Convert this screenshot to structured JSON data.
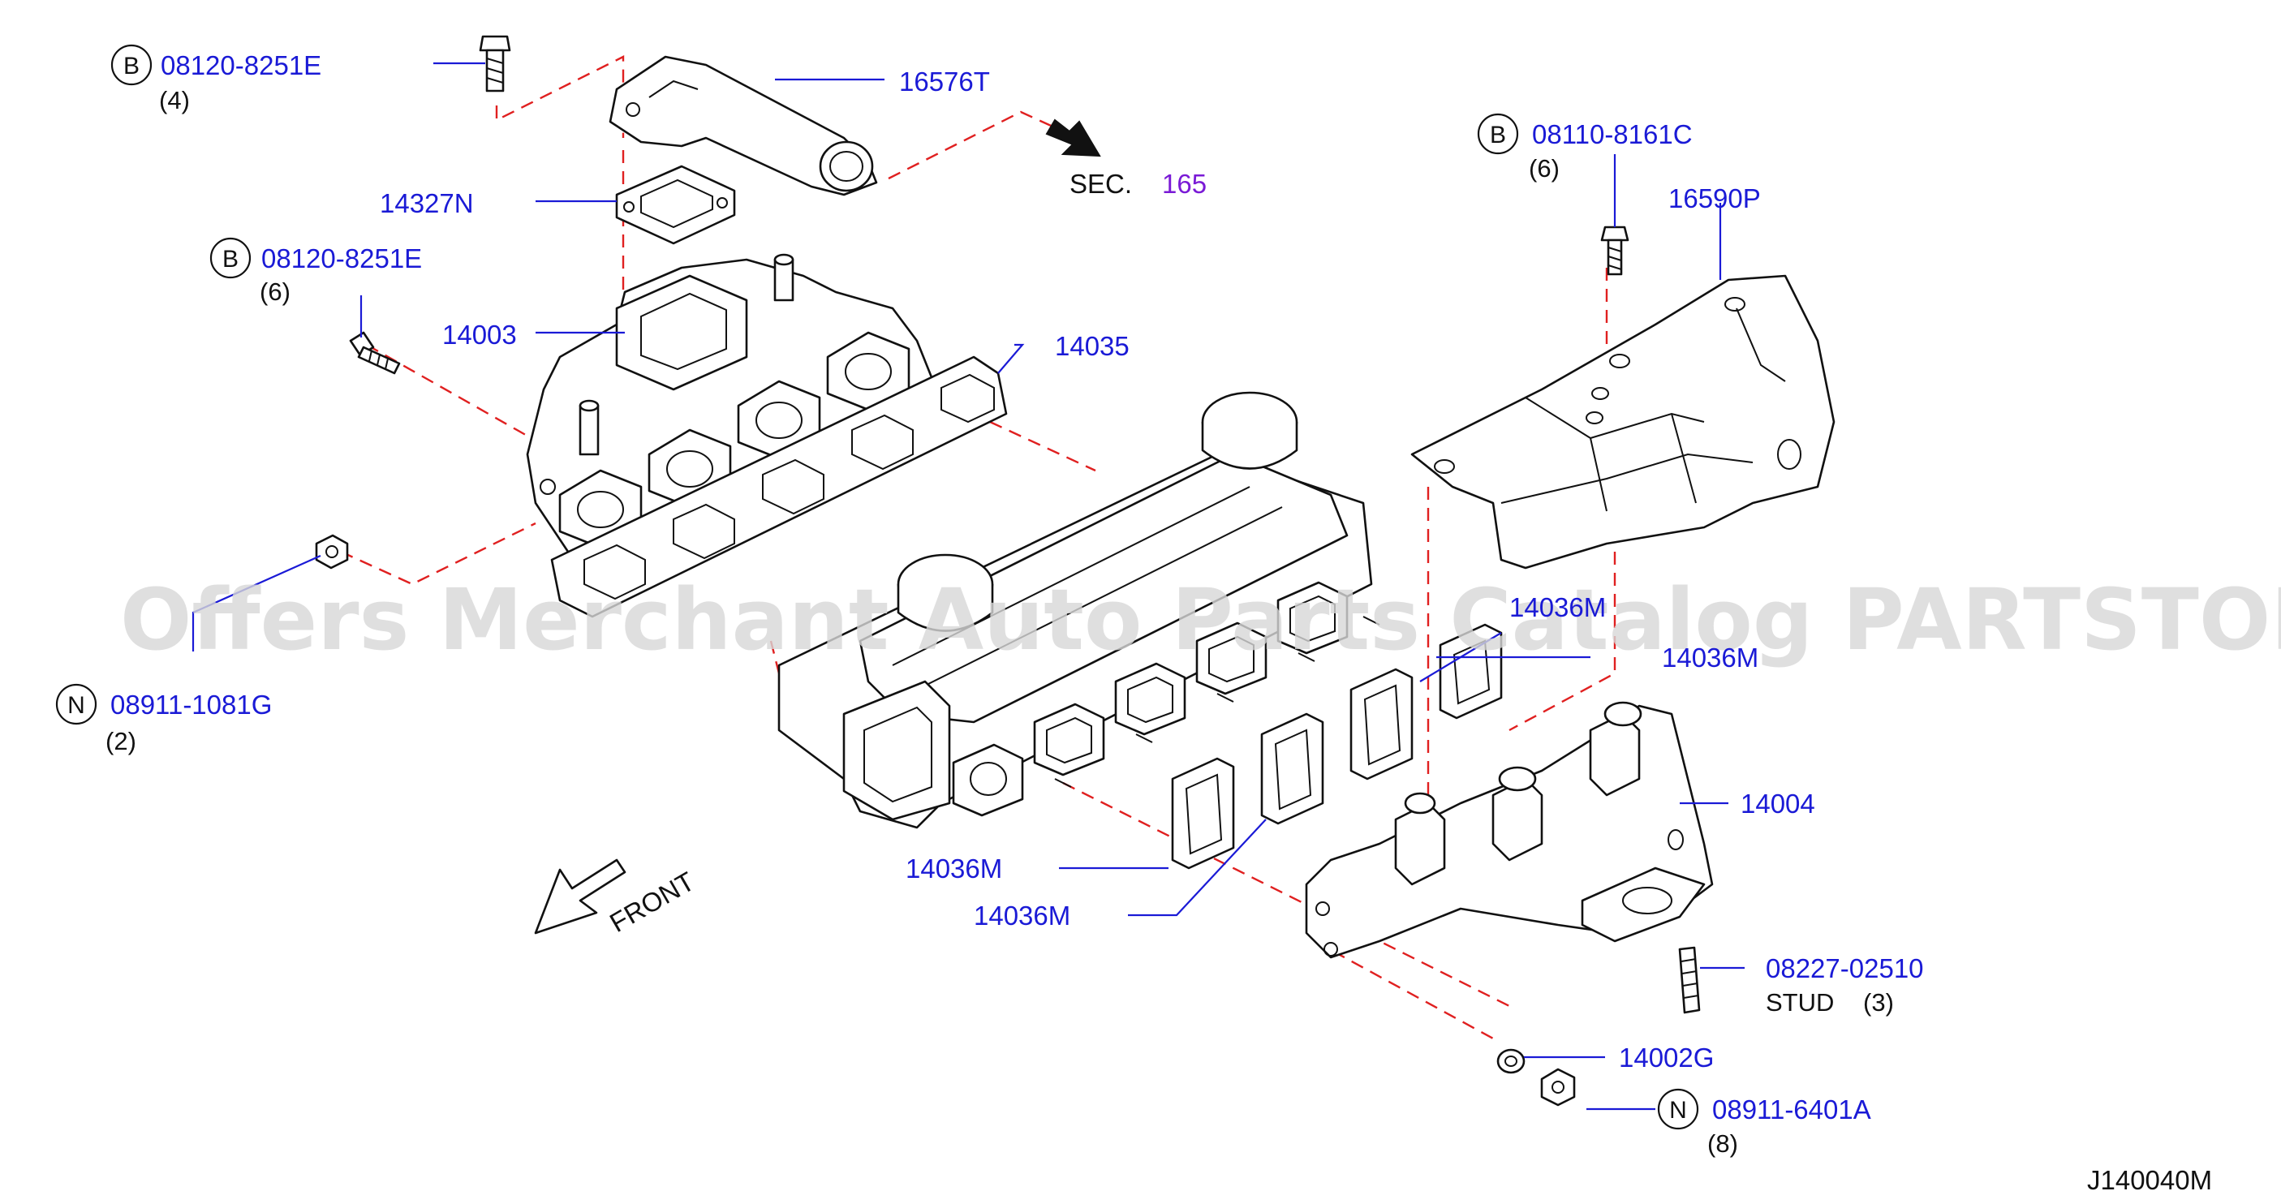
{
  "watermark": "Offers Merchant Auto Parts Catalog PARTSTORE.SA",
  "diagram_code": "J140040M",
  "front_label": "FRONT",
  "section_ref": {
    "prefix": "SEC.",
    "number": "165"
  },
  "callouts": {
    "bolt_top": {
      "symbol": "B",
      "part": "08120-8251E",
      "qty": "(4)"
    },
    "bolt_mid": {
      "symbol": "B",
      "part": "08120-8251E",
      "qty": "(6)"
    },
    "bolt_cover": {
      "symbol": "B",
      "part": "08110-8161C",
      "qty": "(6)"
    },
    "nut_left": {
      "symbol": "N",
      "part": "08911-1081G",
      "qty": "(2)"
    },
    "nut_right": {
      "symbol": "N",
      "part": "08911-6401A",
      "qty": "(8)"
    },
    "stud": {
      "part": "08227-02510",
      "name": "STUD",
      "qty": "(3)"
    }
  },
  "parts": {
    "outlet_tube": "16576T",
    "gasket_outlet": "14327N",
    "manifold_intake": "14003",
    "gasket_intake": "14035",
    "heat_cover": "16590P",
    "gasket_exh_a": "14036M",
    "gasket_exh_b": "14036M",
    "gasket_exh_c": "14036M",
    "gasket_exh_d": "14036M",
    "manifold_exhaust": "14004",
    "washer": "14002G"
  }
}
